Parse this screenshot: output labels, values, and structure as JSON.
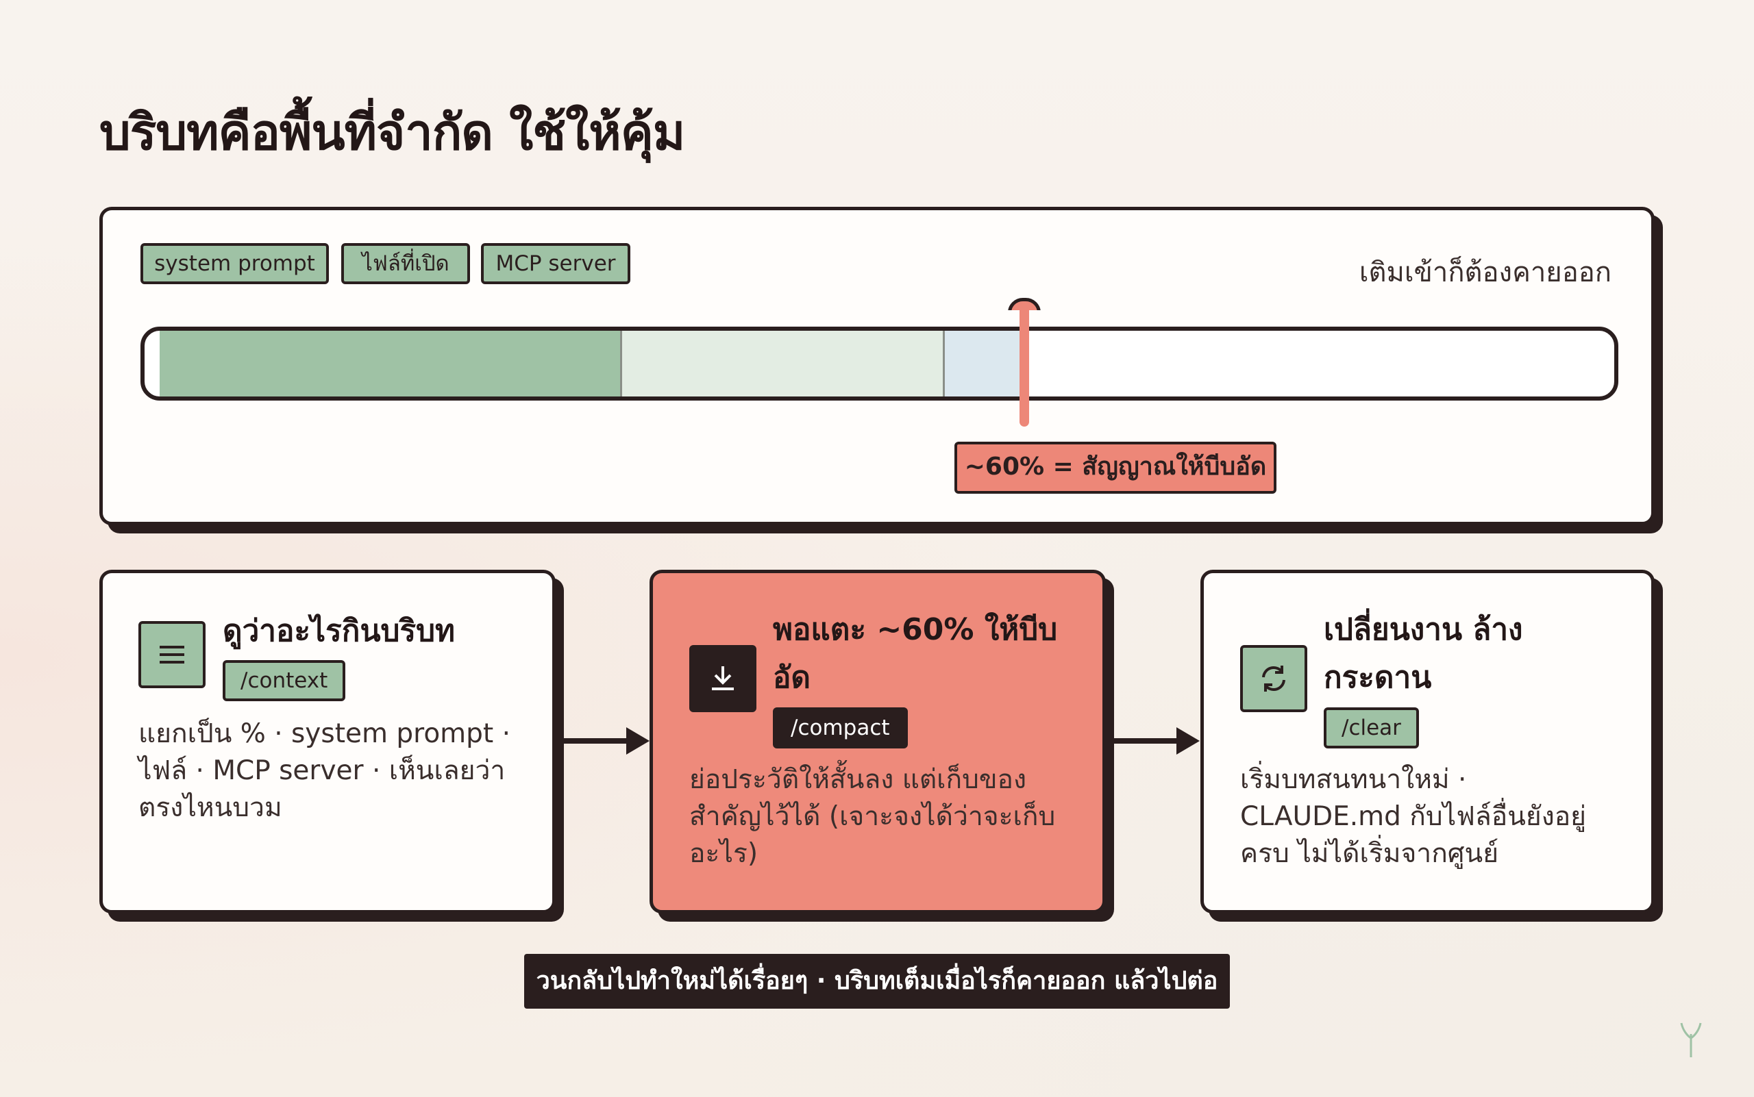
{
  "title": "บริบทคือพื้นที่จำกัด ใช้ให้คุ้ม",
  "context_bar": {
    "chips": [
      "system prompt",
      "ไฟล์ที่เปิด",
      "MCP server"
    ],
    "note": "เติมเข้าก็ต้องคายออก",
    "threshold_percent": 60,
    "signal_label": "~60% = สัญญาณให้บีบอัด"
  },
  "steps": [
    {
      "icon": "list-icon",
      "title": "ดูว่าอะไรกินบริบท",
      "command": "/context",
      "body": "แยกเป็น % · system prompt · ไฟล์ · MCP server · เห็นเลยว่าตรงไหนบวม"
    },
    {
      "icon": "download-icon",
      "title": "พอแตะ ~60% ให้บีบอัด",
      "command": "/compact",
      "body": "ย่อประวัติให้สั้นลง แต่เก็บของสำคัญไว้ได้ (เจาะจงได้ว่าจะเก็บอะไร)"
    },
    {
      "icon": "refresh-icon",
      "title": "เปลี่ยนงาน ล้างกระดาน",
      "command": "/clear",
      "body": "เริ่มบทสนทนาใหม่ · CLAUDE.md กับไฟล์อื่นยังอยู่ครบ ไม่ได้เริ่มจากศูนย์"
    }
  ],
  "footer": "วนกลับไปทำใหม่ได้เรื่อยๆ · บริบทเต็มเมื่อไรก็คายออก แล้วไปต่อ",
  "colors": {
    "ink": "#2a1e1e",
    "green": "#9fc2a5",
    "coral": "#ed8778",
    "paper": "#fffdfb"
  }
}
